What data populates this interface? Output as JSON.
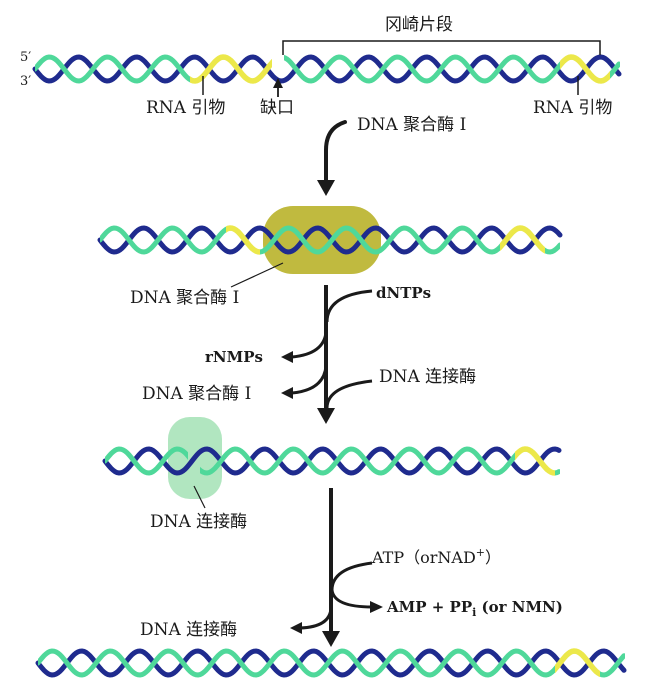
{
  "strand_end_5": "5′",
  "strand_end_3": "3′",
  "okazaki_label": "冈崎片段",
  "rna_primer_left": "RNA 引物",
  "nick_label": "缺口",
  "rna_primer_right": "RNA 引物",
  "step1_enzyme": "DNA 聚合酶 I",
  "polymerase_callout": "DNA 聚合酶 I",
  "dntps": "dNTPs",
  "rnmps": "rNMPs",
  "polymerase_release": "DNA 聚合酶 I",
  "ligase_in": "DNA 连接酶",
  "ligase_callout": "DNA 连接酶",
  "atp_label": "ATP（orNAD",
  "atp_sup": "+",
  "atp_close": "）",
  "amp_label": "AMP + PP",
  "amp_sub": "i",
  "amp_tail": " (or NMN)",
  "ligase_release": "DNA 连接酶",
  "colors": {
    "strand_navy": "#1f2b8e",
    "strand_green": "#4fd89a",
    "primer_yellow": "#ece84a",
    "polymerase": "#b9b22a",
    "ligase": "#9ee0b0"
  }
}
